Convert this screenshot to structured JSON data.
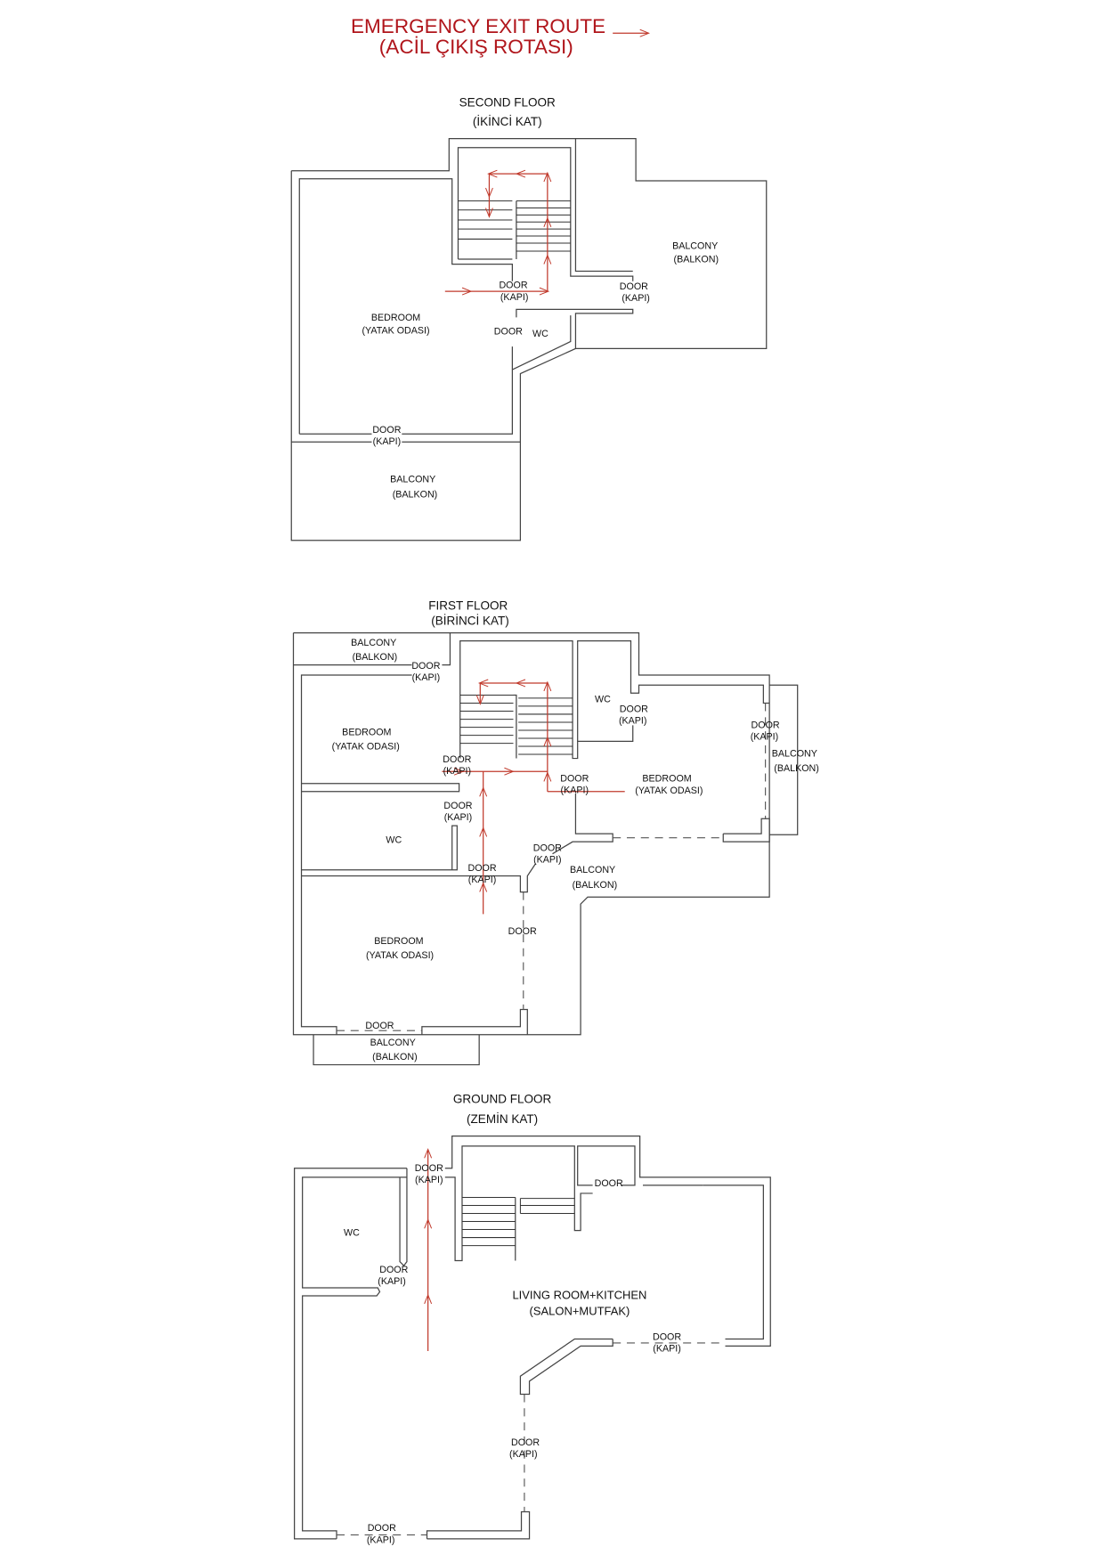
{
  "title": {
    "line1": "EMERGENCY EXIT ROUTE",
    "line2": "(ACİL ÇIKIŞ ROTASI)",
    "route_color": "#b0151b"
  },
  "second": {
    "title": "SECOND FLOOR",
    "subtitle": "(İKİNCİ KAT)",
    "labels": [
      "BEDROOM",
      "(YATAK ODASI)",
      "DOOR",
      "(KAPI)",
      "DOOR",
      "(KAPI)",
      "BALCONY",
      "(BALKON)",
      "DOOR",
      "WC",
      "DOOR",
      "(KAPI)",
      "BALCONY",
      "(BALKON)"
    ]
  },
  "first": {
    "title": "FIRST FLOOR",
    "subtitle": "(BİRİNCİ KAT)",
    "labels": [
      "BALCONY",
      "(BALKON)",
      "DOOR",
      "(KAPI)",
      "BEDROOM",
      "(YATAK ODASI)",
      "WC",
      "DOOR",
      "(KAPI)",
      "DOOR",
      "(KAPI)",
      "DOOR",
      "(KAPI)",
      "DOOR",
      "(KAPI)",
      "BEDROOM",
      "(YATAK ODASI)",
      "DOOR",
      "(KAPI)",
      "BALCONY",
      "(BALKON)",
      "WC",
      "DOOR",
      "(KAPI)",
      "DOOR",
      "(KAPI)",
      "BALCONY",
      "(BALKON)",
      "BEDROOM",
      "(YATAK ODASI)",
      "DOOR",
      "DOOR",
      "BALCONY",
      "(BALKON)"
    ]
  },
  "ground": {
    "title": "GROUND FLOOR",
    "subtitle": "(ZEMİN KAT)",
    "labels": [
      "DOOR",
      "(KAPI)",
      "WC",
      "DOOR",
      "(KAPI)",
      "DOOR",
      "LIVING ROOM+KITCHEN",
      "(SALON+MUTFAK)",
      "DOOR",
      "(KAPI)",
      "DOOR",
      "(KAPI)",
      "DOOR",
      "(KAPI)"
    ]
  }
}
